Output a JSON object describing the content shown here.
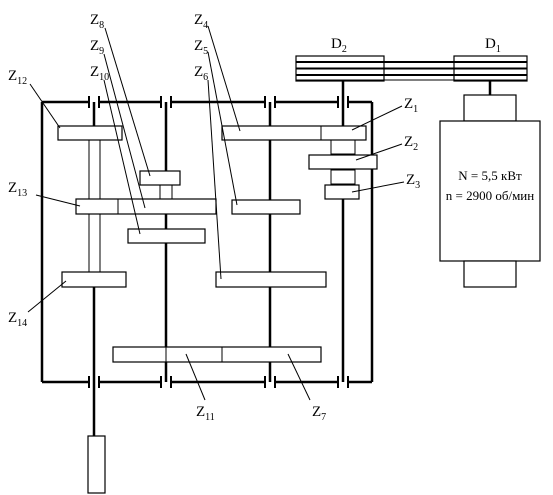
{
  "gear_labels": {
    "z1": {
      "main": "Z",
      "sub": "1"
    },
    "z2": {
      "main": "Z",
      "sub": "2"
    },
    "z3": {
      "main": "Z",
      "sub": "3"
    },
    "z4": {
      "main": "Z",
      "sub": "4"
    },
    "z5": {
      "main": "Z",
      "sub": "5"
    },
    "z6": {
      "main": "Z",
      "sub": "6"
    },
    "z7": {
      "main": "Z",
      "sub": "7"
    },
    "z8": {
      "main": "Z",
      "sub": "8"
    },
    "z9": {
      "main": "Z",
      "sub": "9"
    },
    "z10": {
      "main": "Z",
      "sub": "10"
    },
    "z11": {
      "main": "Z",
      "sub": "11"
    },
    "z12": {
      "main": "Z",
      "sub": "12"
    },
    "z13": {
      "main": "Z",
      "sub": "13"
    },
    "z14": {
      "main": "Z",
      "sub": "14"
    }
  },
  "pulley_labels": {
    "d1": {
      "main": "D",
      "sub": "1"
    },
    "d2": {
      "main": "D",
      "sub": "2"
    }
  },
  "motor": {
    "power": "N = 5,5 кВт",
    "speed": "n = 2900 об/мин"
  }
}
